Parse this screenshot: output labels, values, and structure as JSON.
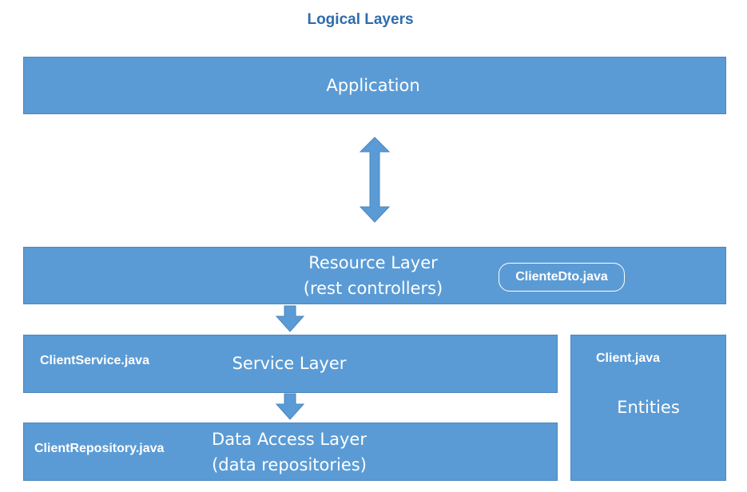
{
  "diagram": {
    "title": "Logical Layers",
    "application_layer": {
      "label": "Application"
    },
    "resource_layer": {
      "label_line1": "Resource Layer",
      "label_line2": "(rest controllers)",
      "file": "ClienteDto.java"
    },
    "service_layer": {
      "label": "Service Layer",
      "file": "ClientService.java"
    },
    "data_access_layer": {
      "label_line1": "Data Access Layer",
      "label_line2": "(data repositories)",
      "file": "ClientRepository.java"
    },
    "entities": {
      "label": "Entities",
      "file": "Client.java"
    },
    "colors": {
      "box_fill": "#5b9bd5",
      "box_border": "#4a86c0",
      "title_text": "#2e6cad",
      "label_text": "#ffffff"
    }
  }
}
